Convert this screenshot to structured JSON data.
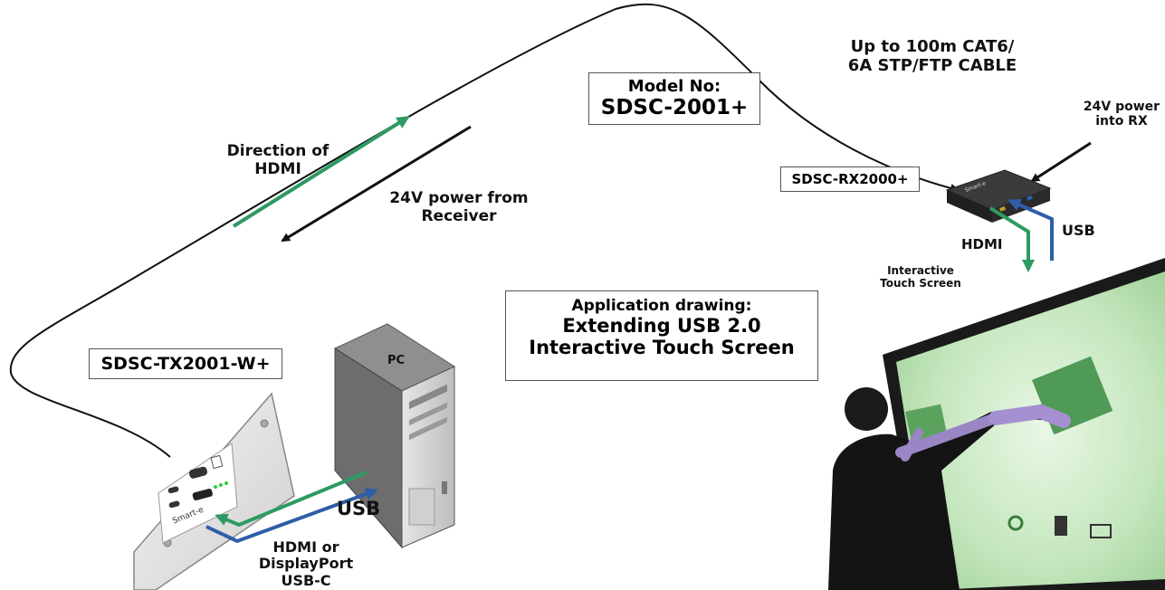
{
  "labels": {
    "model_no_label": "Model No:",
    "model_no_value": "SDSC-2001+",
    "cable_line1": "Up to 100m CAT6/",
    "cable_line2": "6A STP/FTP CABLE",
    "power_rx_line1": "24V power",
    "power_rx_line2": "into RX",
    "receiver_model": "SDSC-RX2000+",
    "direction_line1": "Direction of",
    "direction_line2": "HDMI",
    "power_from_line1": "24V power from",
    "power_from_line2": "Receiver",
    "rx_hdmi": "HDMI",
    "rx_usb": "USB",
    "touch_line1": "Interactive",
    "touch_line2": "Touch Screen",
    "app_line1": "Application drawing:",
    "app_line2": "Extending USB 2.0",
    "app_line3": "Interactive Touch Screen",
    "transmitter_model": "SDSC-TX2001-W+",
    "pc_label": "PC",
    "pc_usb": "USB",
    "source_line1": "HDMI or",
    "source_line2": "DisplayPort",
    "source_line3": "USB-C",
    "brand_plate": "Smart-e",
    "brand_rx": "Smart-e"
  },
  "colors": {
    "hdmi_arrow": "#2e9a63",
    "usb_arrow": "#2f5ea8",
    "cable": "#111111",
    "screen_glow": "#c9ecc4"
  }
}
